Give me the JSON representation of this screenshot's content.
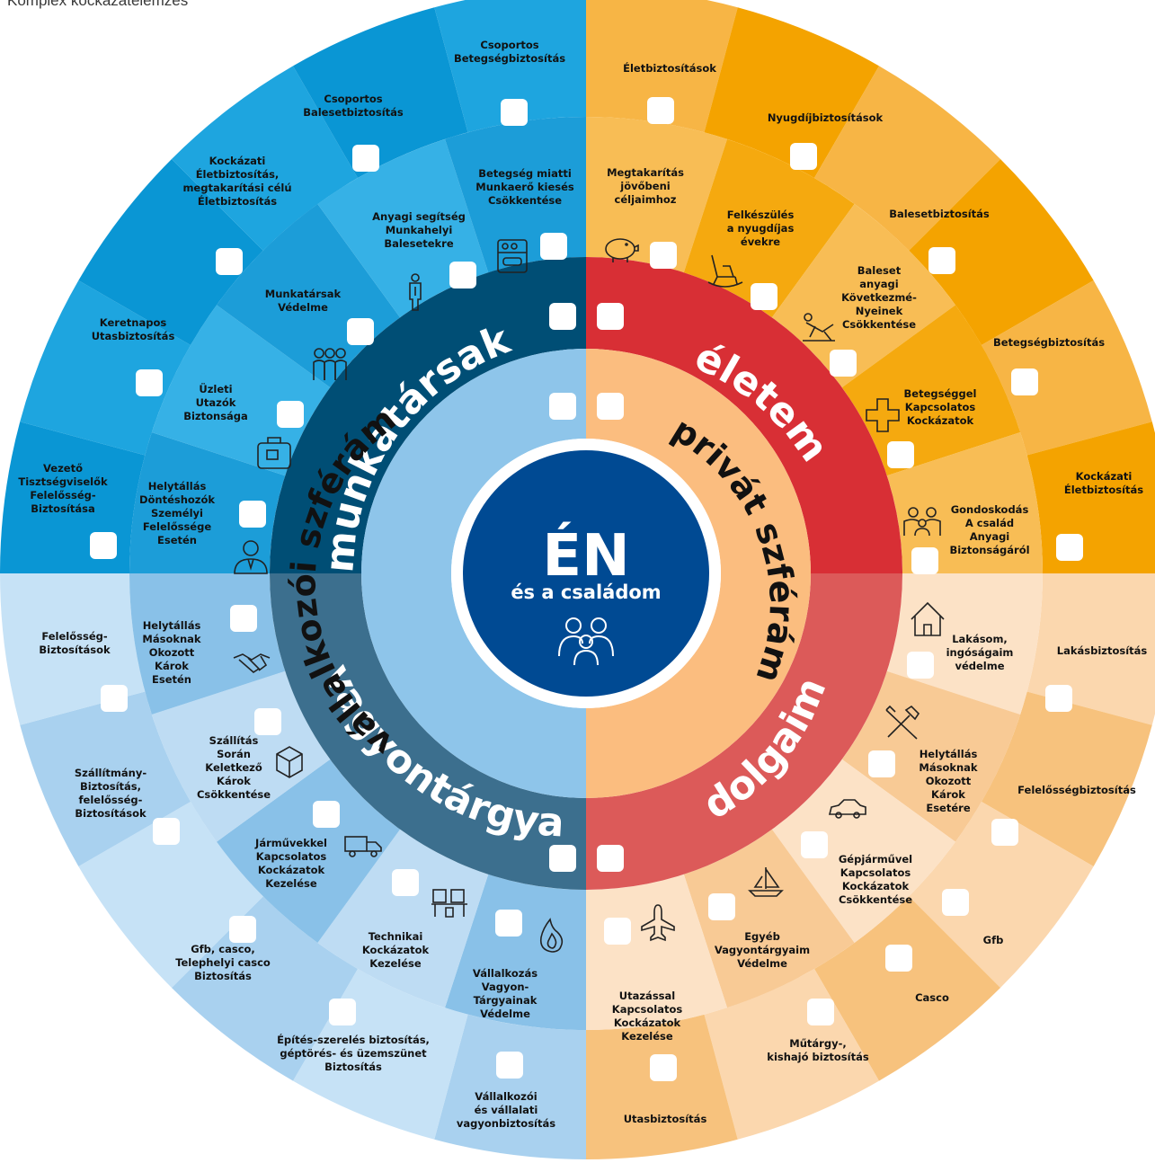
{
  "header": {
    "caption": "Komplex kockázatelemzés"
  },
  "center": {
    "title": "ÉN",
    "subtitle": "és a családom",
    "icon": "family-icon"
  },
  "colors": {
    "work_outer": [
      "#0a96d4",
      "#1ea5df"
    ],
    "work_mid": [
      "#1c9dd8",
      "#36b1e6"
    ],
    "work_ring": "#004e75",
    "life_outer": [
      "#f4a300",
      "#f7b545"
    ],
    "life_mid": [
      "#f5a90f",
      "#f8bd55"
    ],
    "life_ring": "#d82f35",
    "assets_outer": [
      "#a9d1ef",
      "#c6e2f6"
    ],
    "assets_mid": [
      "#89c1e8",
      "#bedcf3"
    ],
    "assets_ring": "#3c6f8e",
    "things_outer": [
      "#f7c27d",
      "#fbd7ae"
    ],
    "things_mid": [
      "#f8ca95",
      "#fce2c6"
    ],
    "things_ring": "#dc5a59",
    "business_sphere": "#8ec5ea",
    "private_sphere": "#fbbd7f",
    "center": "#004a93"
  },
  "rings": {
    "work": "munkatársak",
    "life": "életem",
    "assets": "vagyontárgyak",
    "things": "dolgaim"
  },
  "spheres": {
    "business": "vállalkozói szférám",
    "private": "privát szférám"
  },
  "outer_segments": [
    {
      "name": "csoportos-betegseg",
      "lines": [
        "Csoportos",
        "Betegségbiztosítás"
      ]
    },
    {
      "name": "csoportos-baleset",
      "lines": [
        "Csoportos",
        "Balesetbiztosítás"
      ]
    },
    {
      "name": "kockazati-eletbiztositas-munkatars",
      "lines": [
        "Kockázati",
        "Életbiztosítás,",
        "megtakarítási célú",
        "Életbiztosítás"
      ]
    },
    {
      "name": "keretnapos-utasbiztositas",
      "lines": [
        "Keretnapos",
        "Utasbiztosítás"
      ]
    },
    {
      "name": "vezeto-tisztsegviselok",
      "lines": [
        "Vezető",
        "Tisztségviselők",
        "Felelősség-",
        "Biztosítása"
      ]
    },
    {
      "name": "eletbiztositasok",
      "lines": [
        "Életbiztosítások"
      ]
    },
    {
      "name": "nyugdijbiztositasok",
      "lines": [
        "Nyugdíjbiztosítások"
      ]
    },
    {
      "name": "balesetbiztositas",
      "lines": [
        "Balesetbiztosítás"
      ]
    },
    {
      "name": "betegsegbiztositas",
      "lines": [
        "Betegségbiztosítás"
      ]
    },
    {
      "name": "kockazati-eletbiztositas",
      "lines": [
        "Kockázati",
        "Életbiztosítás"
      ]
    },
    {
      "name": "felelossegbiztositasok",
      "lines": [
        "Felelősség-",
        "Biztosítások"
      ]
    },
    {
      "name": "szallitmany-biztositas",
      "lines": [
        "Szállítmány-",
        "Biztosítás,",
        "felelősség-",
        "Biztosítások"
      ]
    },
    {
      "name": "gfb-casco-telephelyi",
      "lines": [
        "Gfb, casco,",
        "Telephelyi casco",
        "Biztosítás"
      ]
    },
    {
      "name": "epites-szereles",
      "lines": [
        "Építés-szerelés biztosítás,",
        "géptörés- és üzemszünet",
        "Biztosítás"
      ]
    },
    {
      "name": "vallalkozoi-vagyonbiztositas",
      "lines": [
        "Vállalkozói",
        "és vállalati",
        "vagyonbiztosítás"
      ]
    },
    {
      "name": "lakasbiztositas",
      "lines": [
        "Lakásbiztosítás"
      ]
    },
    {
      "name": "felelossegbiztositas",
      "lines": [
        "Felelősségbiztosítás"
      ]
    },
    {
      "name": "gfb",
      "lines": [
        "Gfb"
      ]
    },
    {
      "name": "casco",
      "lines": [
        "Casco"
      ]
    },
    {
      "name": "mutargy-kishajo",
      "lines": [
        "Műtárgy-,",
        "kishajó biztosítás"
      ]
    },
    {
      "name": "utasbiztositas",
      "lines": [
        "Utasbiztosítás"
      ]
    }
  ],
  "mid_segments": [
    {
      "name": "betegseg-miatti-kieses",
      "icon": "medicine-cabinet-icon",
      "lines": [
        "Betegség miatti",
        "Munkaerő kiesés",
        "Csökkentése"
      ]
    },
    {
      "name": "anyagi-segitseg-baleset",
      "icon": "injured-person-icon",
      "lines": [
        "Anyagi segítség",
        "Munkahelyi",
        "Balesetekre"
      ]
    },
    {
      "name": "munkatarsak-vedelme",
      "icon": "team-icon",
      "lines": [
        "Munkatársak",
        "Védelme"
      ]
    },
    {
      "name": "uzleti-utazok",
      "icon": "suitcase-icon",
      "lines": [
        "Üzleti",
        "Utazók",
        "Biztonsága"
      ]
    },
    {
      "name": "donteshozok-felelossege",
      "icon": "businessman-icon",
      "lines": [
        "Helytállás",
        "Döntéshozók",
        "Személyi",
        "Felelőssége",
        "Esetén"
      ]
    },
    {
      "name": "megtakaritas",
      "icon": "piggy-bank-icon",
      "lines": [
        "Megtakarítás",
        "jövőbeni",
        "céljaimhoz"
      ]
    },
    {
      "name": "nyugdijas-evek",
      "icon": "rocking-chair-icon",
      "lines": [
        "Felkészülés",
        "a nyugdíjas",
        "évekre"
      ]
    },
    {
      "name": "baleset-kovetkezmenyei",
      "icon": "accident-icon",
      "lines": [
        "Baleset",
        "anyagi",
        "Következmé-",
        "Nyeinek",
        "Csökkentése"
      ]
    },
    {
      "name": "betegseg-kockazatok",
      "icon": "medical-cross-icon",
      "lines": [
        "Betegséggel",
        "Kapcsolatos",
        "Kockázatok"
      ]
    },
    {
      "name": "gondoskodas-csalad",
      "icon": "family-care-icon",
      "lines": [
        "Gondoskodás",
        "A család",
        "Anyagi",
        "Biztonságáról"
      ]
    },
    {
      "name": "masoknak-okozott-karok",
      "icon": "handshake-icon",
      "lines": [
        "Helytállás",
        "Másoknak",
        "Okozott",
        "Károk",
        "Esetén"
      ]
    },
    {
      "name": "szallitas-karok",
      "icon": "package-icon",
      "lines": [
        "Szállítás",
        "Során",
        "Keletkező",
        "Károk",
        "Csökkentése"
      ]
    },
    {
      "name": "jarmuvek-kockazatok",
      "icon": "truck-icon",
      "lines": [
        "Járművekkel",
        "Kapcsolatos",
        "Kockázatok",
        "Kezelése"
      ]
    },
    {
      "name": "technikai-kockazatok",
      "icon": "machinery-icon",
      "lines": [
        "Technikai",
        "Kockázatok",
        "Kezelése"
      ]
    },
    {
      "name": "vagyontargyak-vedelme",
      "icon": "fire-icon",
      "lines": [
        "Vállalkozás",
        "Vagyon-",
        "Tárgyainak",
        "Védelme"
      ]
    },
    {
      "name": "lakas-vedelme",
      "icon": "house-icon",
      "lines": [
        "Lakásom,",
        "ingóságaim",
        "védelme"
      ]
    },
    {
      "name": "masoknak-okozott-karok-privat",
      "icon": "tools-icon",
      "lines": [
        "Helytállás",
        "Másoknak",
        "Okozott",
        "Károk",
        "Esetére"
      ]
    },
    {
      "name": "gepjarmu-kockazatok",
      "icon": "car-icon",
      "lines": [
        "Gépjárművel",
        "Kapcsolatos",
        "Kockázatok",
        "Csökkentése"
      ]
    },
    {
      "name": "egyeb-vagyontargyak",
      "icon": "sailboat-icon",
      "lines": [
        "Egyéb",
        "Vagyontárgyaim",
        "Védelme"
      ]
    },
    {
      "name": "utazas-kockazatok",
      "icon": "airplane-icon",
      "lines": [
        "Utazással",
        "Kapcsolatos",
        "Kockázatok",
        "Kezelése"
      ]
    }
  ]
}
